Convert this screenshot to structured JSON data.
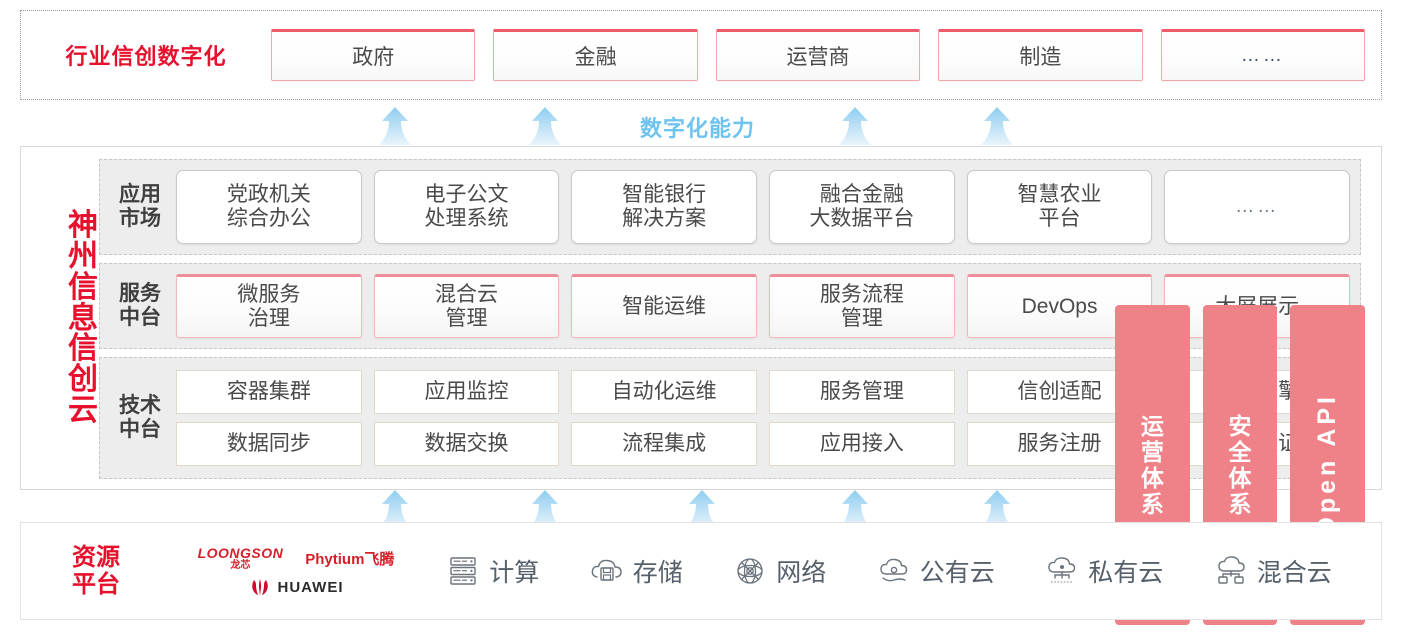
{
  "industry": {
    "title": "行业信创数字化",
    "boxes": [
      {
        "label": "政府",
        "type": "text"
      },
      {
        "label": "金融",
        "type": "text"
      },
      {
        "label": "运营商",
        "type": "text"
      },
      {
        "label": "制造",
        "type": "text"
      },
      {
        "label": "……",
        "type": "placeholder"
      }
    ]
  },
  "capability_label": "数字化能力",
  "cloud": {
    "title_chars": [
      "神",
      "州",
      "信",
      "息",
      "信",
      "创",
      "云"
    ],
    "tiers": [
      {
        "name": "app-market",
        "label_lines": [
          "应用",
          "市场"
        ],
        "cells": [
          {
            "lines": [
              "党政机关",
              "综合办公"
            ],
            "placeholder": false
          },
          {
            "lines": [
              "电子公文",
              "处理系统"
            ],
            "placeholder": false
          },
          {
            "lines": [
              "智能银行",
              "解决方案"
            ],
            "placeholder": false
          },
          {
            "lines": [
              "融合金融",
              "大数据平台"
            ],
            "placeholder": false
          },
          {
            "lines": [
              "智慧农业",
              "平台"
            ],
            "placeholder": false
          },
          {
            "lines": [
              "……"
            ],
            "placeholder": true
          }
        ]
      },
      {
        "name": "service-platform",
        "label_lines": [
          "服务",
          "中台"
        ],
        "cells": [
          {
            "lines": [
              "微服务",
              "治理"
            ],
            "placeholder": false
          },
          {
            "lines": [
              "混合云",
              "管理"
            ],
            "placeholder": false
          },
          {
            "lines": [
              "智能运维"
            ],
            "placeholder": false
          },
          {
            "lines": [
              "服务流程",
              "管理"
            ],
            "placeholder": false
          },
          {
            "lines": [
              "DevOps"
            ],
            "placeholder": false
          },
          {
            "lines": [
              "大屏展示"
            ],
            "placeholder": false
          }
        ]
      },
      {
        "name": "tech-platform",
        "label_lines": [
          "技术",
          "中台"
        ],
        "rows": [
          [
            "容器集群",
            "应用监控",
            "自动化运维",
            "服务管理",
            "信创适配",
            "流程引擎"
          ],
          [
            "数据同步",
            "数据交换",
            "流程集成",
            "应用接入",
            "服务注册",
            "统一认证"
          ]
        ]
      }
    ]
  },
  "pillars": [
    {
      "id": "operations-system",
      "chars": [
        "运",
        "营",
        "体",
        "系"
      ],
      "orientation": "stacked"
    },
    {
      "id": "security-system",
      "chars": [
        "安",
        "全",
        "体",
        "系"
      ],
      "orientation": "stacked"
    },
    {
      "id": "open-api",
      "text": "Open API",
      "orientation": "rotated"
    }
  ],
  "resource": {
    "title_lines": [
      "资源",
      "平台"
    ],
    "vendors": [
      {
        "id": "loongson",
        "en": "LOONGSON",
        "cn": "龙芯"
      },
      {
        "id": "phytium",
        "text": "Phytium飞腾"
      },
      {
        "id": "huawei",
        "text": "HUAWEI"
      }
    ],
    "items": [
      {
        "label": "计算",
        "icon": "server-rack-icon"
      },
      {
        "label": "存储",
        "icon": "cloud-storage-icon"
      },
      {
        "label": "网络",
        "icon": "network-mesh-icon"
      },
      {
        "label": "公有云",
        "icon": "public-cloud-icon"
      },
      {
        "label": "私有云",
        "icon": "private-cloud-icon"
      },
      {
        "label": "混合云",
        "icon": "hybrid-cloud-icon"
      }
    ]
  },
  "colors": {
    "brand_red": "#e8112d",
    "pillar_pink": "#ef8289",
    "accent_blue": "#6ec3ef",
    "tier_bg": "#ededed",
    "text_gray": "#4a4a4a"
  },
  "arrows": {
    "top_row_count": 4,
    "bottom_row_count": 5
  }
}
